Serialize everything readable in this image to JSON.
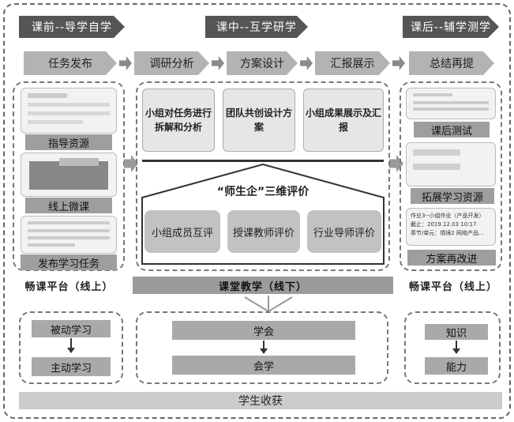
{
  "phases": [
    "课前--导学自学",
    "课中--互学研学",
    "课后--辅学测学"
  ],
  "steps": [
    "任务发布",
    "调研分析",
    "方案设计",
    "汇报展示",
    "总结再提"
  ],
  "left": {
    "labels": [
      "指导资源",
      "线上微课",
      "发布学习任务"
    ],
    "platform": "畅课平台（线上）"
  },
  "middle": {
    "cards": [
      "小组对任务进行拆解和分析",
      "团队共创设计方案",
      "小组成果展示及汇报"
    ],
    "roof_title": "“师生企”三维评价",
    "evals": [
      "小组成员互评",
      "授课教师评价",
      "行业导师评价"
    ],
    "platform": "课堂教学（线下）"
  },
  "right": {
    "labels": [
      "课后测试",
      "拓展学习资源",
      "方案再改进"
    ],
    "homework": [
      "作业3--小组作业（产品开发）",
      "截止：2019.12.03 10:17",
      "章节/单元：情境2 网络产品..."
    ],
    "platform": "畅课平台（线上）"
  },
  "bottom": {
    "left": [
      "被动学习",
      "主动学习"
    ],
    "middle": [
      "学会",
      "会学"
    ],
    "right": [
      "知识",
      "能力"
    ],
    "bar": "学生收获"
  }
}
